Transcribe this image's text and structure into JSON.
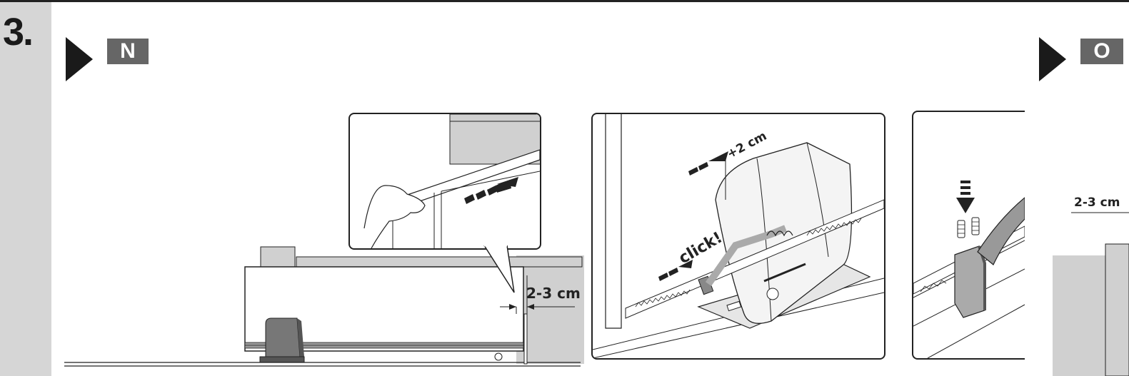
{
  "step": {
    "number": "3."
  },
  "sections": [
    {
      "id": "N",
      "badge": "N"
    },
    {
      "id": "O",
      "badge": "O"
    }
  ],
  "labels": {
    "gap_main": "2-3 cm",
    "gap_right": "2-3 cm",
    "plus_distance": "+2 cm",
    "click": "click!"
  },
  "colors": {
    "ink": "#222222",
    "sidebar": "#d6d6d6",
    "badge": "#666666",
    "wall": "#d0d0d0"
  }
}
